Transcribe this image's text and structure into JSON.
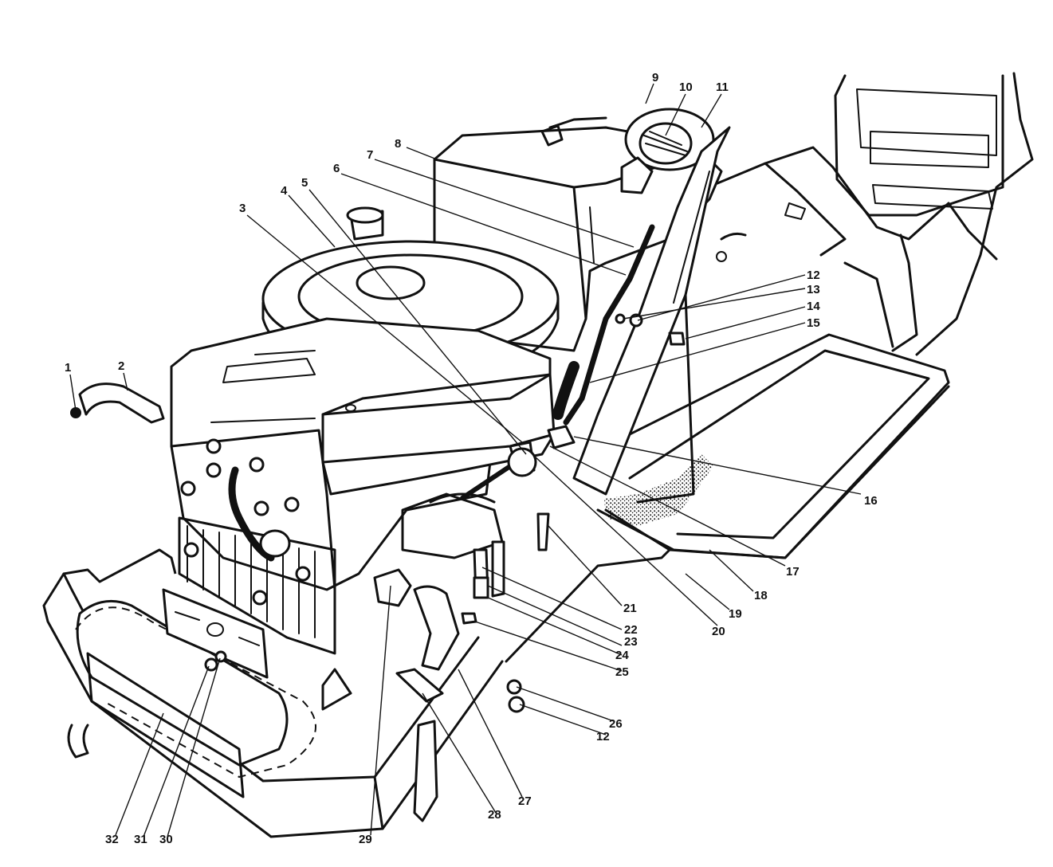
{
  "callouts": [
    {
      "id": "1",
      "label": "1"
    },
    {
      "id": "2",
      "label": "2"
    },
    {
      "id": "3",
      "label": "3"
    },
    {
      "id": "4",
      "label": "4"
    },
    {
      "id": "5",
      "label": "5"
    },
    {
      "id": "6",
      "label": "6"
    },
    {
      "id": "7",
      "label": "7"
    },
    {
      "id": "8",
      "label": "8"
    },
    {
      "id": "9",
      "label": "9"
    },
    {
      "id": "10",
      "label": "10"
    },
    {
      "id": "11",
      "label": "11"
    },
    {
      "id": "12a",
      "label": "12"
    },
    {
      "id": "13",
      "label": "13"
    },
    {
      "id": "14",
      "label": "14"
    },
    {
      "id": "15",
      "label": "15"
    },
    {
      "id": "16",
      "label": "16"
    },
    {
      "id": "17",
      "label": "17"
    },
    {
      "id": "18",
      "label": "18"
    },
    {
      "id": "19",
      "label": "19"
    },
    {
      "id": "20",
      "label": "20"
    },
    {
      "id": "21",
      "label": "21"
    },
    {
      "id": "22",
      "label": "22"
    },
    {
      "id": "23",
      "label": "23"
    },
    {
      "id": "24",
      "label": "24"
    },
    {
      "id": "25",
      "label": "25"
    },
    {
      "id": "26",
      "label": "26"
    },
    {
      "id": "12b",
      "label": "12"
    },
    {
      "id": "27",
      "label": "27"
    },
    {
      "id": "28",
      "label": "28"
    },
    {
      "id": "29",
      "label": "29"
    },
    {
      "id": "30",
      "label": "30"
    },
    {
      "id": "31",
      "label": "31"
    },
    {
      "id": "32",
      "label": "32"
    }
  ],
  "colors": {
    "ink": "#111111",
    "paper": "#ffffff"
  }
}
